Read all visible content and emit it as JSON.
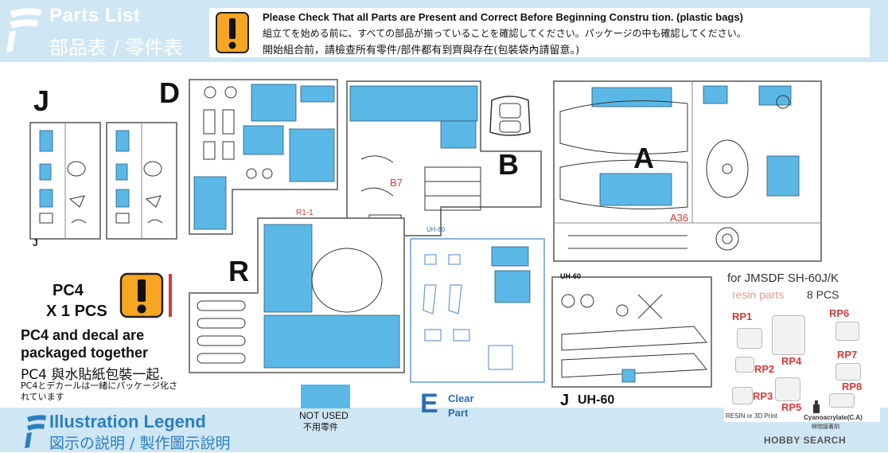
{
  "header": {
    "title": "Parts List",
    "subtitle": "部品表 / 零件表",
    "notice_en": "Please Check That all Parts are Present and Correct Before Beginning Constru  tion. (plastic bags)",
    "notice_jp": "組立てを始める前に、すべての部品が揃っていることを確認してください。パッケージの中も確認してください。",
    "notice_cn": "開始組合前，請檢查所有零件/部件都有到齊與存在(包裝袋內請留意。)"
  },
  "sprues": {
    "J": {
      "letter": "J",
      "corner": "J"
    },
    "D": {
      "letter": "D"
    },
    "B": {
      "letter": "B",
      "callout": "B7"
    },
    "A": {
      "letter": "A",
      "callout": "A36"
    },
    "R": {
      "letter": "R",
      "callout": "R1-1"
    },
    "E": {
      "tag": "UH-60"
    },
    "J2": {
      "tag": "UH-60",
      "caption_letter": "J",
      "caption_text": "UH-60"
    }
  },
  "pc4": {
    "name": "PC4",
    "qty": "X 1 PCS",
    "packaged_en_1": "PC4 and decal are",
    "packaged_en_2": "packaged together",
    "packaged_cn": "PC4 與水貼紙包裝一起.",
    "packaged_jp_1": "PC4とデカールは一緒にパッケージ化さ",
    "packaged_jp_2": "れています"
  },
  "legend": {
    "title": "Illustration Legend",
    "subtitle": "図示の説明 / 製作圖示說明",
    "not_used_en": "NOT USED",
    "not_used_cn": "不用零件",
    "clear_letter": "E",
    "clear_word1": "Clear",
    "clear_word2": "Part"
  },
  "resin": {
    "for": "for JMSDF SH-60J/K",
    "label": "resin parts",
    "count": "8 PCS",
    "parts": [
      "RP1",
      "RP2",
      "RP3",
      "RP4",
      "RP5",
      "RP6",
      "RP7",
      "RP8"
    ],
    "note": "RESIN or 3D Print",
    "glue": "Cyanoacrylate(C.A)",
    "glue_cn": "瞬間接著劑"
  },
  "watermark": "HOBBY SEARCH",
  "colors": {
    "band": "#cfe6f4",
    "part": "#5bb8e6",
    "accent_blue": "#2b7fbf",
    "warning": "#f6a623",
    "red": "#d83a3a"
  }
}
